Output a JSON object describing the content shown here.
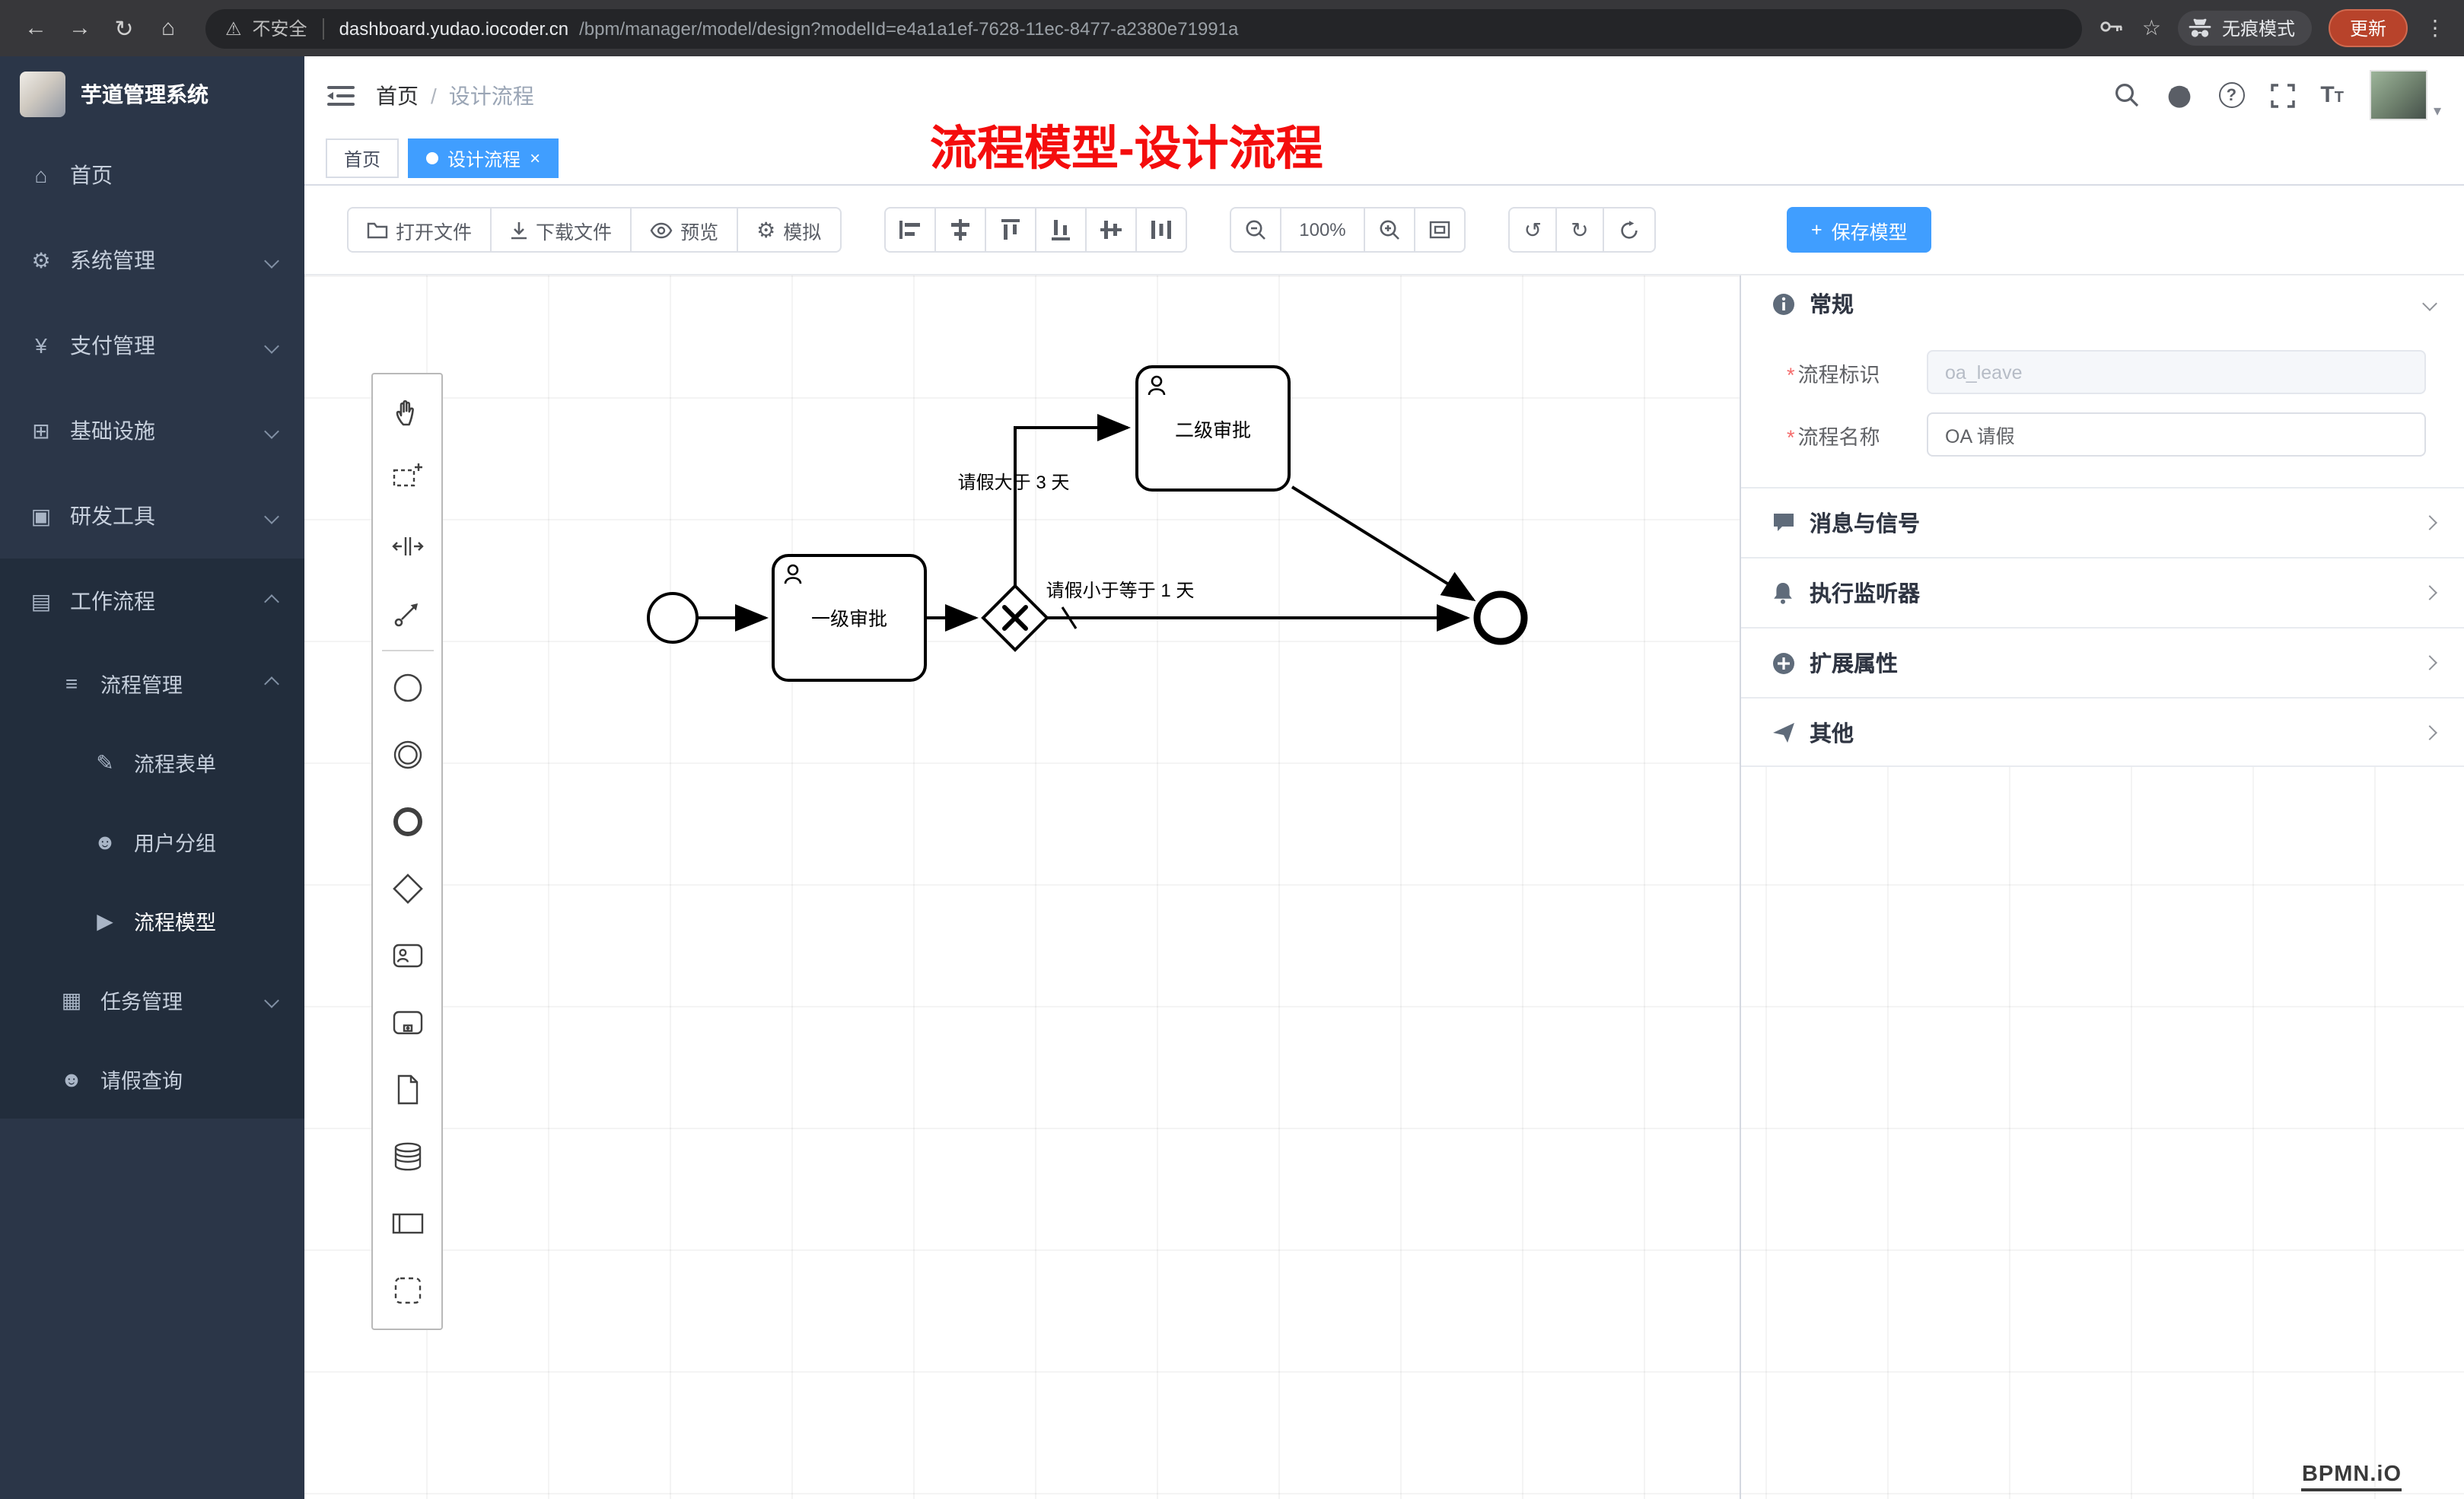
{
  "browser": {
    "security_warning": "不安全",
    "url_domain": "dashboard.yudao.iocoder.cn",
    "url_path": "/bpm/manager/model/design?modelId=e4a1a1ef-7628-11ec-8477-a2380e71991a",
    "incognito_label": "无痕模式",
    "update_label": "更新"
  },
  "sidebar": {
    "logo_title": "芋道管理系统",
    "items": [
      {
        "label": "首页"
      },
      {
        "label": "系统管理"
      },
      {
        "label": "支付管理"
      },
      {
        "label": "基础设施"
      },
      {
        "label": "研发工具"
      },
      {
        "label": "工作流程"
      },
      {
        "label": "流程管理"
      },
      {
        "label": "流程表单"
      },
      {
        "label": "用户分组"
      },
      {
        "label": "流程模型"
      },
      {
        "label": "任务管理"
      },
      {
        "label": "请假查询"
      }
    ]
  },
  "header": {
    "breadcrumb_home": "首页",
    "breadcrumb_sep": "/",
    "breadcrumb_current": "设计流程",
    "annotation": "流程模型-设计流程"
  },
  "tabs": {
    "home": "首页",
    "active": "设计流程"
  },
  "toolbar": {
    "open_label": "打开文件",
    "download_label": "下载文件",
    "preview_label": "预览",
    "simulate_label": "模拟",
    "zoom_level": "100%",
    "save_label": "保存模型"
  },
  "diagram": {
    "task_level1": "一级审批",
    "task_level2": "二级审批",
    "condition_gt": "请假大于 3 天",
    "condition_le": "请假小于等于 1 天"
  },
  "panel": {
    "general_title": "常规",
    "required_mark": "*",
    "process_key_label": "流程标识",
    "process_key_value": "oa_leave",
    "process_name_label": "流程名称",
    "process_name_value": "OA 请假",
    "section_message": "消息与信号",
    "section_listener": "执行监听器",
    "section_extension": "扩展属性",
    "section_other": "其他"
  },
  "watermark": "BPMN.iO",
  "icons": {
    "back": "←",
    "forward": "→",
    "reload": "↻",
    "home": "⌂",
    "warning": "⚠",
    "star": "☆",
    "dots": "⋮",
    "tab_close": "×",
    "plus": "+",
    "caret": "▾",
    "question": "?",
    "undo": "↺",
    "redo": "↻",
    "gear": "⚙",
    "sb_home": "⌂",
    "sb_system": "⚙",
    "sb_pay": "¥",
    "sb_infra": "⊞",
    "sb_dev": "▣",
    "sb_flow": "▤",
    "sb_manage": "≡",
    "sb_form": "✎",
    "sb_group": "☻",
    "sb_model": "▶",
    "sb_task": "▦",
    "sb_user": "☻"
  }
}
